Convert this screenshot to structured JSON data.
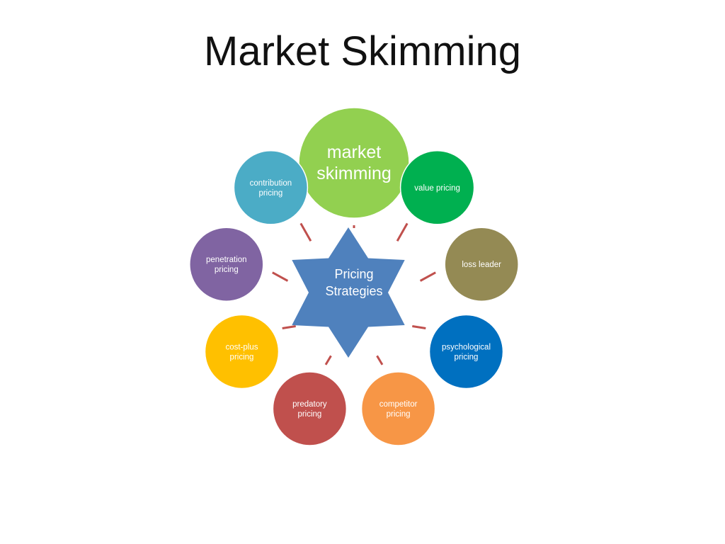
{
  "slide": {
    "title": "Market Skimming"
  },
  "diagram": {
    "center": {
      "label_lines": [
        "Pricing",
        "Strategies"
      ],
      "color": "#4f81bd"
    },
    "connector_color": "#c0504d",
    "nodes": [
      {
        "id": "market-skimming",
        "label_lines": [
          "market",
          "skimming"
        ],
        "color": "#92d050",
        "highlighted": true
      },
      {
        "id": "value-pricing",
        "label_lines": [
          "value pricing"
        ],
        "color": "#00b050"
      },
      {
        "id": "loss-leader",
        "label_lines": [
          "loss leader"
        ],
        "color": "#948a54"
      },
      {
        "id": "psychological-pricing",
        "label_lines": [
          "psychological",
          "pricing"
        ],
        "color": "#0070c0"
      },
      {
        "id": "competitor-pricing",
        "label_lines": [
          "competitor",
          "pricing"
        ],
        "color": "#f79646"
      },
      {
        "id": "predatory-pricing",
        "label_lines": [
          "predatory",
          "pricing"
        ],
        "color": "#c0504d"
      },
      {
        "id": "cost-plus-pricing",
        "label_lines": [
          "cost-plus",
          "pricing"
        ],
        "color": "#ffc000"
      },
      {
        "id": "penetration-pricing",
        "label_lines": [
          "penetration",
          "pricing"
        ],
        "color": "#8064a2"
      },
      {
        "id": "contribution-pricing",
        "label_lines": [
          "contribution",
          "pricing"
        ],
        "color": "#4bacc6"
      }
    ]
  }
}
